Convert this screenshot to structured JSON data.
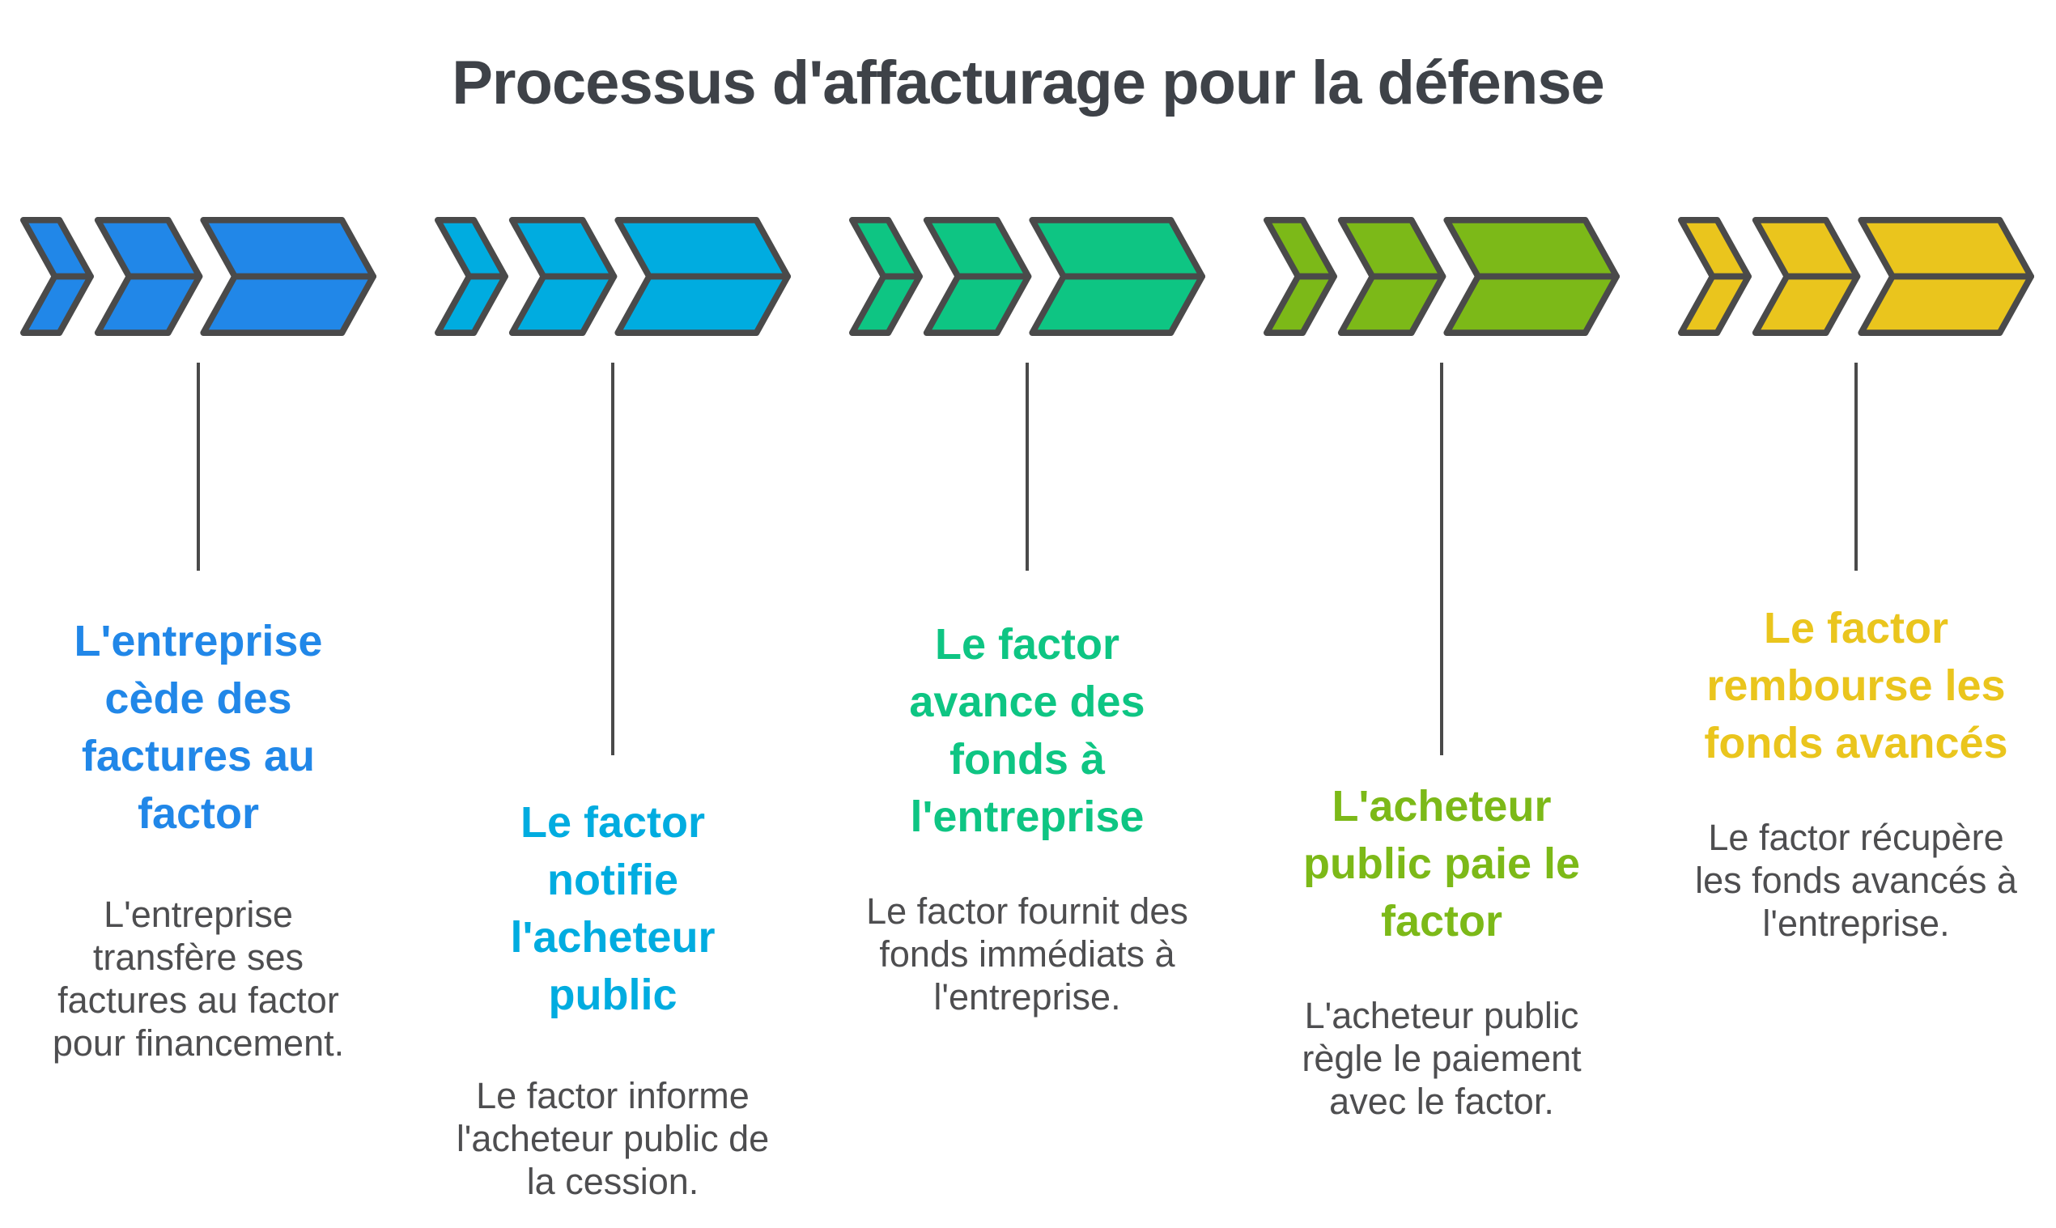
{
  "title": "Processus d'affacturage pour la défense",
  "colors": {
    "outline": "#4A4A4A",
    "title_text": "#3E4248",
    "body_text": "#4E4E50"
  },
  "steps": [
    {
      "color": "#2187E8",
      "heading": "L'entreprise\ncède des\nfactures au\nfactor",
      "description": "L'entreprise\ntransfère ses\nfactures au factor\npour financement."
    },
    {
      "color": "#00ACE0",
      "heading": "Le factor\nnotifie\nl'acheteur\npublic",
      "description": "Le factor informe\nl'acheteur public de\nla cession."
    },
    {
      "color": "#0EC583",
      "heading": "Le factor\navance des\nfonds à\nl'entreprise",
      "description": "Le factor fournit des\nfonds immédiats à\nl'entreprise."
    },
    {
      "color": "#7CB918",
      "heading": "L'acheteur\npublic paie le\nfactor",
      "description": "L'acheteur public\nrègle le paiement\navec le factor."
    },
    {
      "color": "#EAC51D",
      "heading": "Le factor\nrembourse les\nfonds avancés",
      "description": "Le factor récupère\nles fonds avancés à\nl'entreprise."
    }
  ]
}
